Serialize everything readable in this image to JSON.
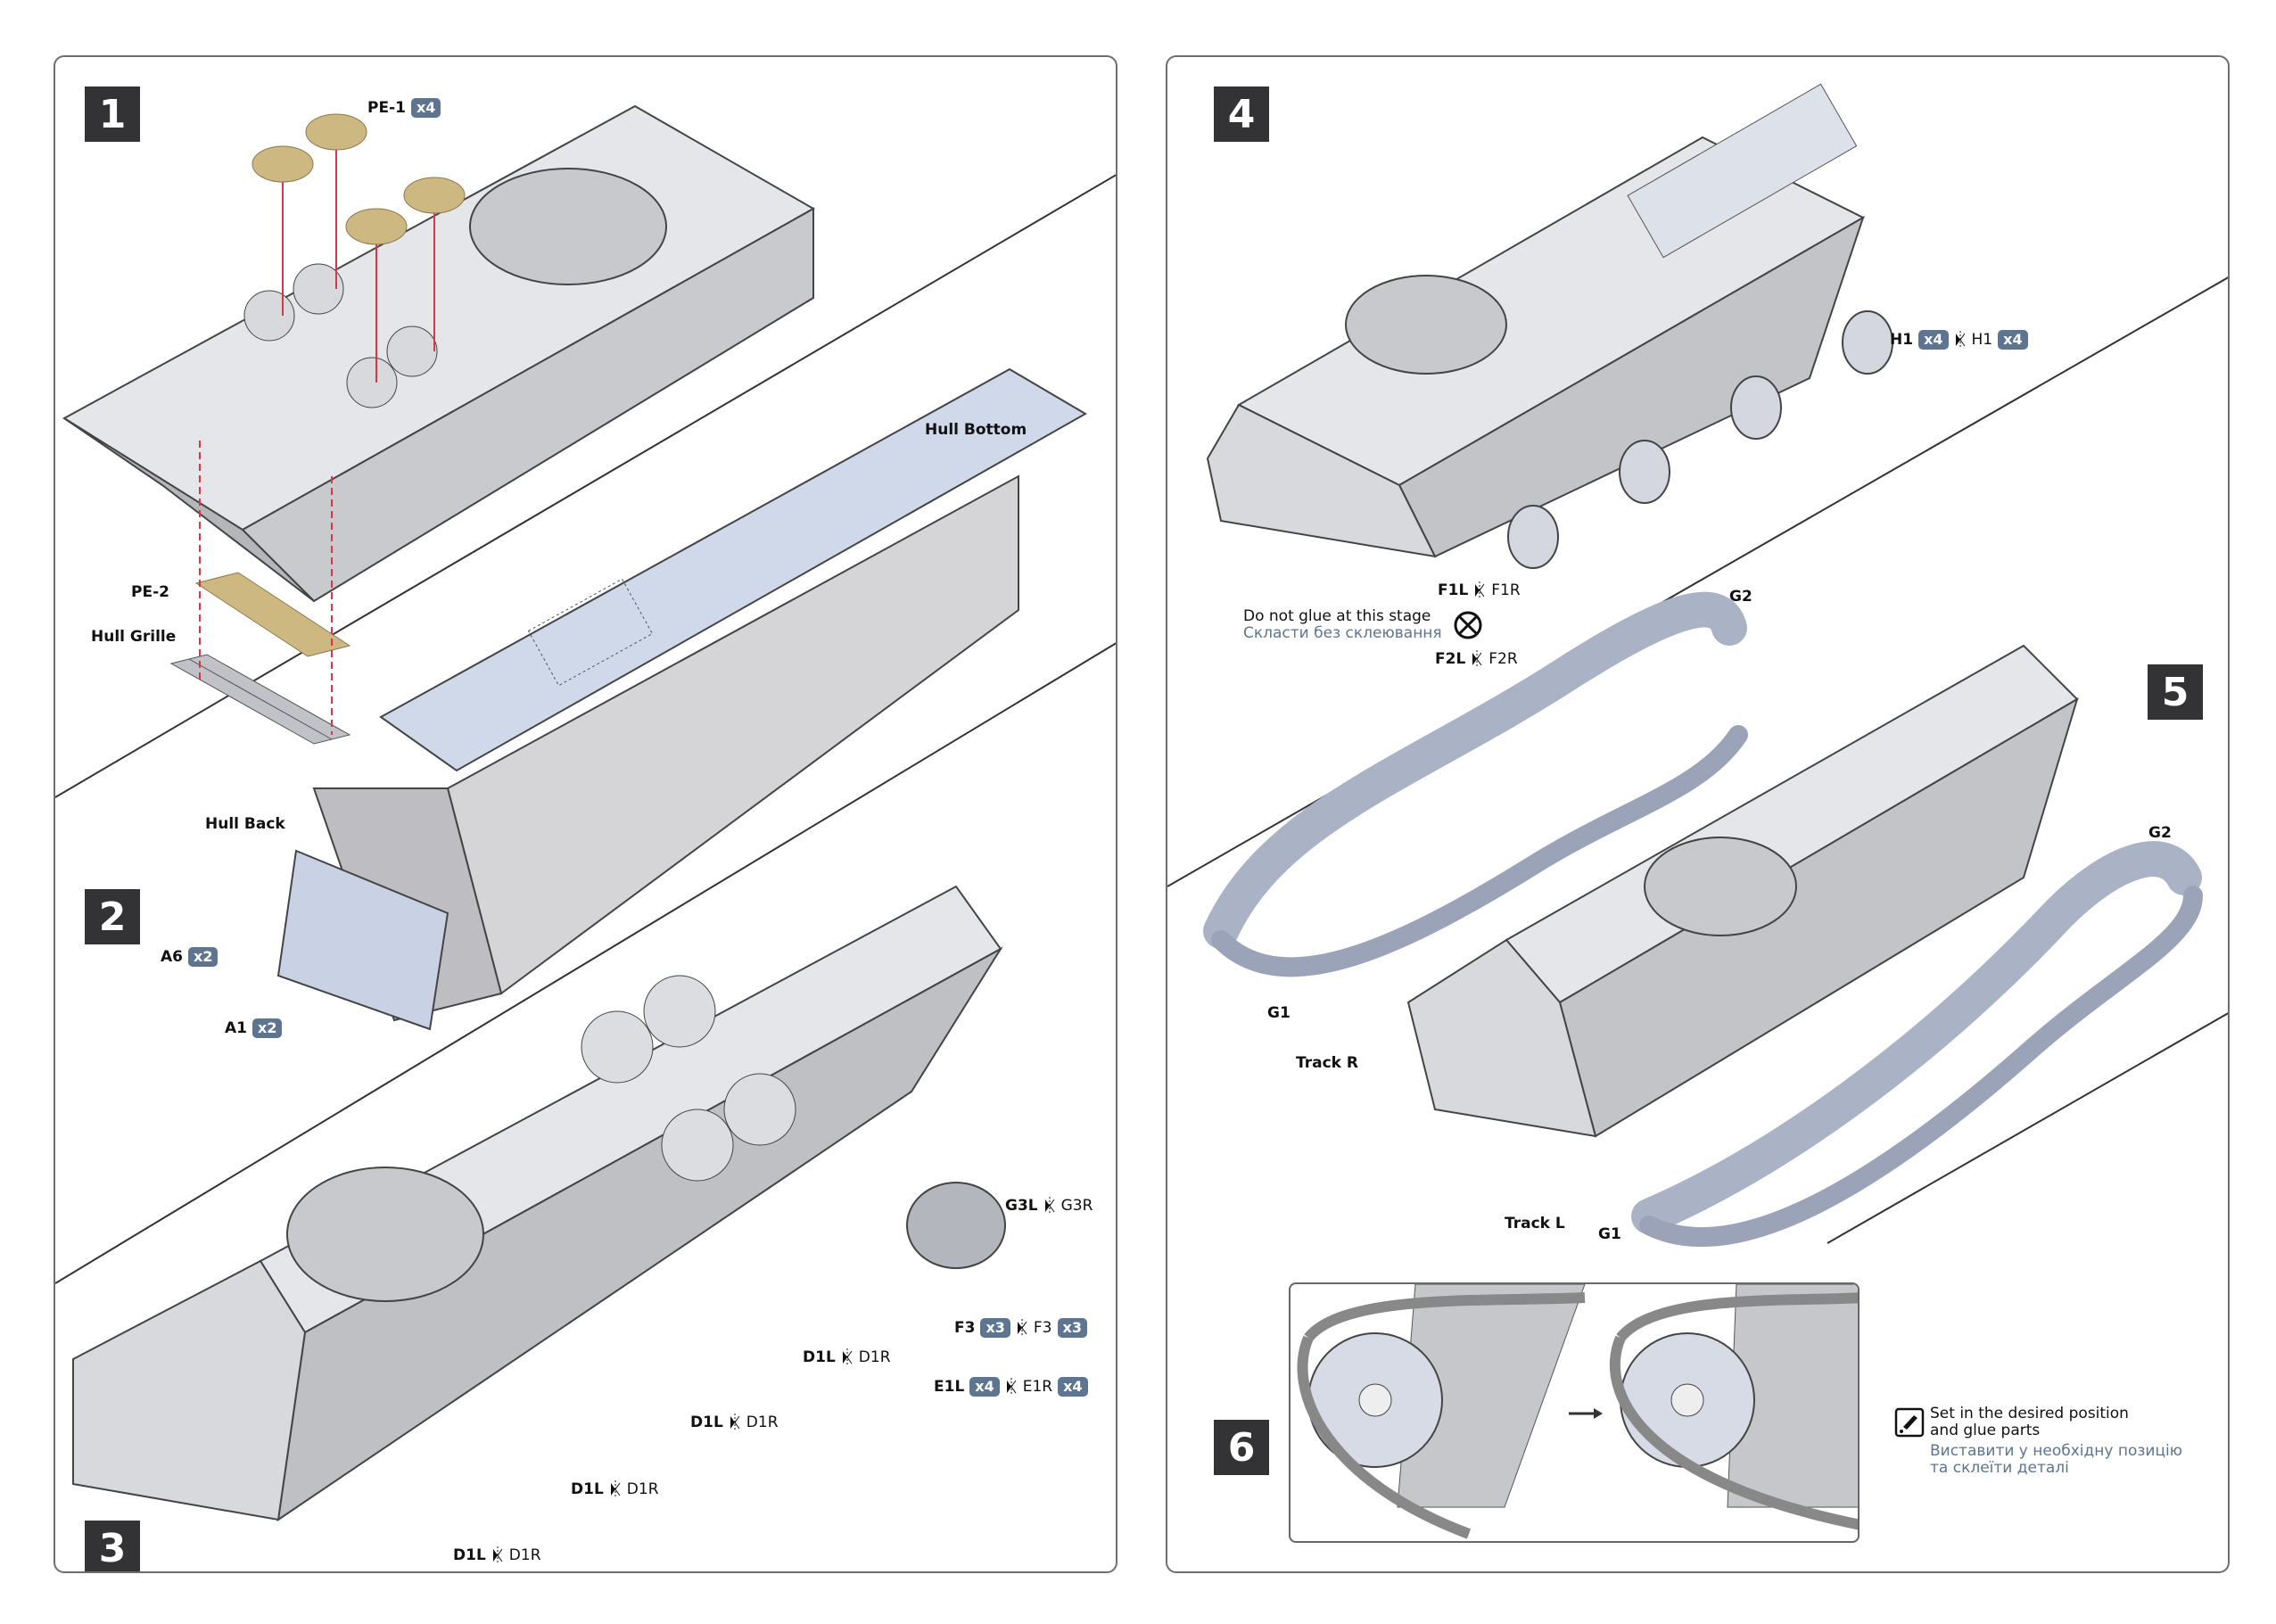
{
  "document": {
    "type": "model kit assembly instructions"
  },
  "colors": {
    "step_box": "#333335",
    "badge": "#5d7590",
    "ukrainian_text": "#5d7590",
    "guide_line": "#d23a4a",
    "photo_etch": "#cdb882",
    "hull_bottom": "#c9d4e6",
    "hull_grey": "#d9d9dc"
  },
  "steps": [
    {
      "number": "1"
    },
    {
      "number": "2"
    },
    {
      "number": "3"
    },
    {
      "number": "4"
    },
    {
      "number": "5"
    },
    {
      "number": "6"
    }
  ],
  "step1": {
    "pe1": {
      "part": "PE-1",
      "qty": "x4"
    },
    "pe2": {
      "part": "PE-2"
    },
    "hull_grille": "Hull Grille"
  },
  "step2": {
    "hull_bottom": "Hull Bottom",
    "hull_back": "Hull Back",
    "a6": {
      "part": "A6",
      "qty": "x2"
    },
    "a1": {
      "part": "A1",
      "qty": "x2"
    }
  },
  "step3": {
    "g3": {
      "left": "G3L",
      "right": "G3R"
    },
    "f3": {
      "left": "F3",
      "left_qty": "x3",
      "right": "F3",
      "right_qty": "x3"
    },
    "e1": {
      "left": "E1L",
      "left_qty": "x4",
      "right": "E1R",
      "right_qty": "x4"
    },
    "d1": [
      {
        "left": "D1L",
        "right": "D1R"
      },
      {
        "left": "D1L",
        "right": "D1R"
      },
      {
        "left": "D1L",
        "right": "D1R"
      },
      {
        "left": "D1L",
        "right": "D1R"
      }
    ]
  },
  "step4": {
    "h1": {
      "left": "H1",
      "left_qty": "x4",
      "right": "H1",
      "right_qty": "x4"
    },
    "f1": {
      "left": "F1L",
      "right": "F1R"
    },
    "f2": {
      "left": "F2L",
      "right": "F2R"
    },
    "no_glue_note": {
      "en": "Do not glue at this stage",
      "ua": "Скласти без склеювання",
      "icon": "no-glue-icon"
    }
  },
  "step5": {
    "g2_top": "G2",
    "g2_right": "G2",
    "g1_left": "G1",
    "g1_bottom": "G1",
    "track_r": "Track R",
    "track_l": "Track L"
  },
  "step6": {
    "glue_note": {
      "en_line1": "Set in the desired position",
      "en_line2": "and glue parts",
      "ua_line1": "Виставити у необхідну позицію",
      "ua_line2": "та склеїти деталі",
      "icon": "glue-tube-icon"
    },
    "arrow": "→"
  }
}
